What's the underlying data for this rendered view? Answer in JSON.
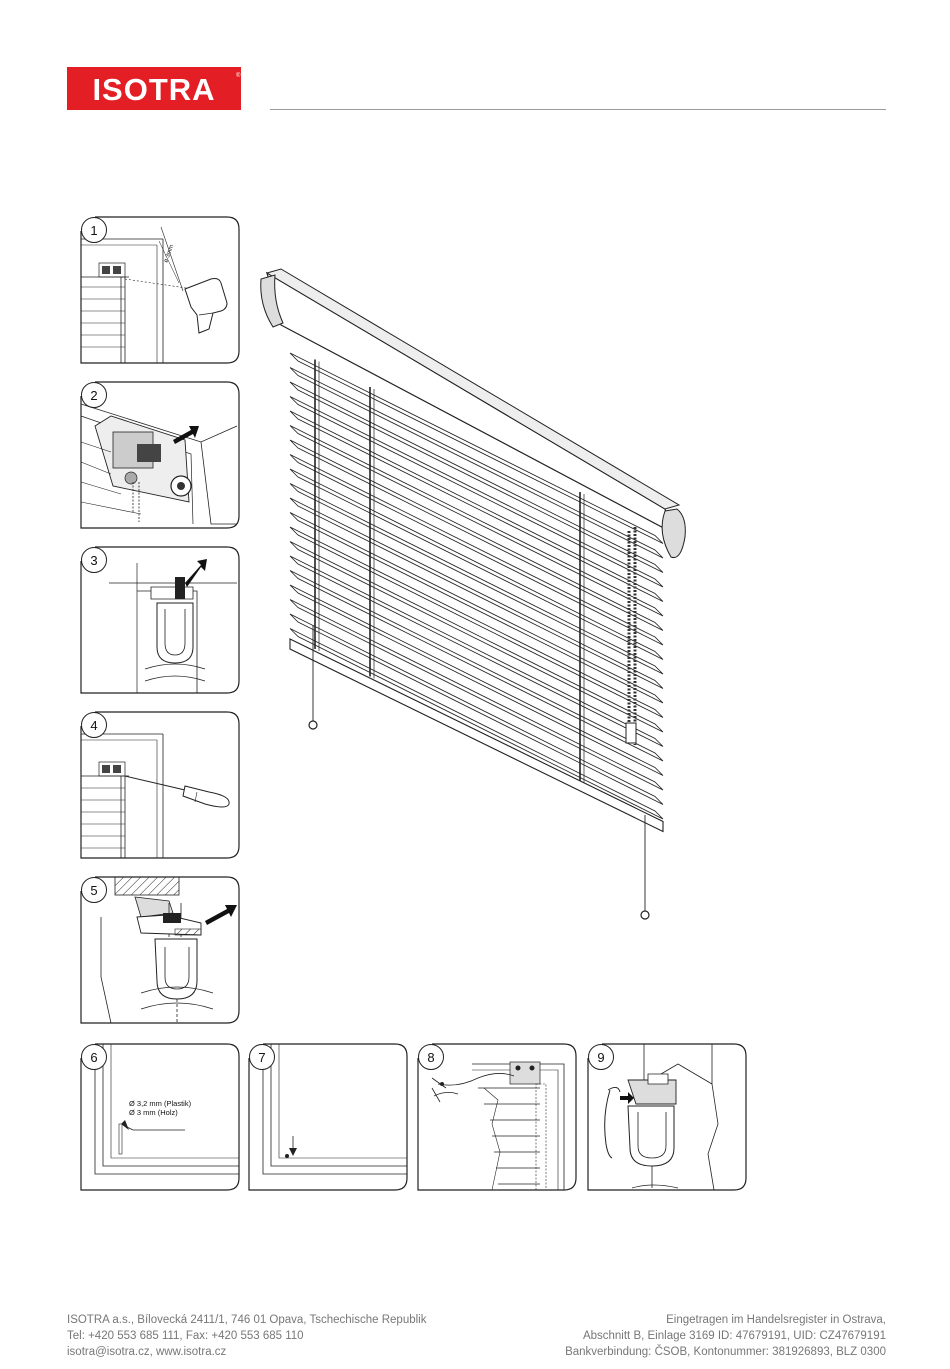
{
  "header": {
    "logo_text": "ISOTRA",
    "logo_color": "#e31e24"
  },
  "steps": [
    {
      "number": "1"
    },
    {
      "number": "2"
    },
    {
      "number": "3"
    },
    {
      "number": "4"
    },
    {
      "number": "5"
    },
    {
      "number": "6",
      "labels": [
        "Ø 3,2 mm (Plastik)",
        "Ø 3 mm (Holz)"
      ]
    },
    {
      "number": "7"
    },
    {
      "number": "8"
    },
    {
      "number": "9"
    }
  ],
  "step1_drill_label": "ø 3mm",
  "footer": {
    "left": [
      "ISOTRA a.s., Bílovecká 2411/1, 746 01 Opava, Tschechische Republik",
      "Tel: +420 553 685 111, Fax: +420 553 685 110",
      "isotra@isotra.cz, www.isotra.cz"
    ],
    "right": [
      "Eingetragen im Handelsregister in Ostrava,",
      "Abschnitt B, Einlage 3169 ID: 47679191, UID: CZ47679191",
      "Bankverbindung: ČSOB, Kontonummer: 381926893, BLZ 0300"
    ]
  }
}
